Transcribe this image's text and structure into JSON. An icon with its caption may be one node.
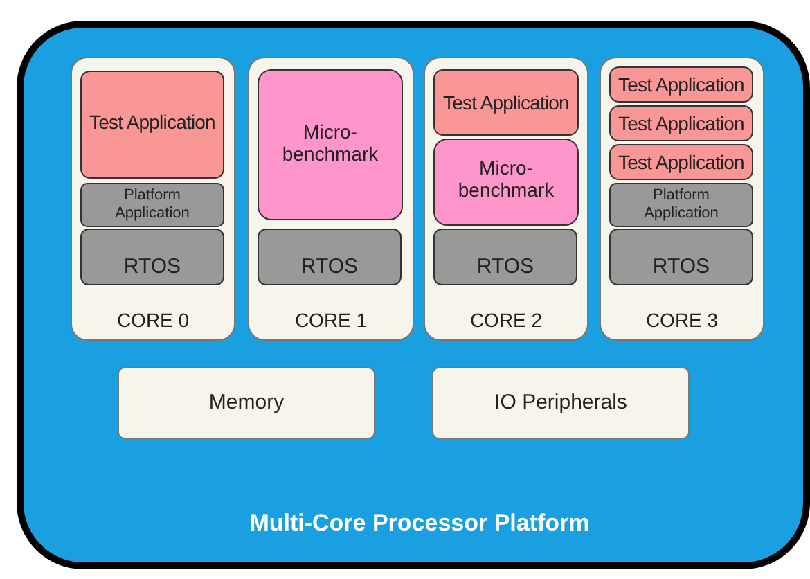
{
  "diagram": {
    "nodes": [
      {
        "text": [
          "Multi-Core Processor Platform"
        ]
      },
      {
        "text": [
          "CORE 0"
        ],
        "in": 0
      },
      {
        "text": [
          "Test Application"
        ],
        "in": 1
      },
      {
        "text": [
          "Platform Application"
        ],
        "in": 1
      },
      {
        "text": [
          "RTOS"
        ],
        "in": 1
      },
      {
        "text": [
          "CORE 1"
        ],
        "in": 0
      },
      {
        "text": [
          "Micro-benchmark"
        ],
        "in": 5
      },
      {
        "text": [
          "RTOS"
        ],
        "in": 5
      },
      {
        "text": [
          "CORE 2"
        ],
        "in": 0
      },
      {
        "text": [
          "Test Application"
        ],
        "in": 8
      },
      {
        "text": [
          "Micro-benchmark"
        ],
        "in": 8
      },
      {
        "text": [
          "RTOS"
        ],
        "in": 8
      },
      {
        "text": [
          "CORE 3"
        ],
        "in": 0
      },
      {
        "text": [
          "Test Application"
        ],
        "in": 12
      },
      {
        "text": [
          "Test Application"
        ],
        "in": 12
      },
      {
        "text": [
          "Test Application"
        ],
        "in": 12
      },
      {
        "text": [
          "Platform Application"
        ],
        "in": 12
      },
      {
        "text": [
          "RTOS"
        ],
        "in": 12
      },
      {
        "text": [
          "Memory"
        ],
        "in": 0
      },
      {
        "text": [
          "IO Peripherals"
        ],
        "in": 0
      }
    ]
  }
}
